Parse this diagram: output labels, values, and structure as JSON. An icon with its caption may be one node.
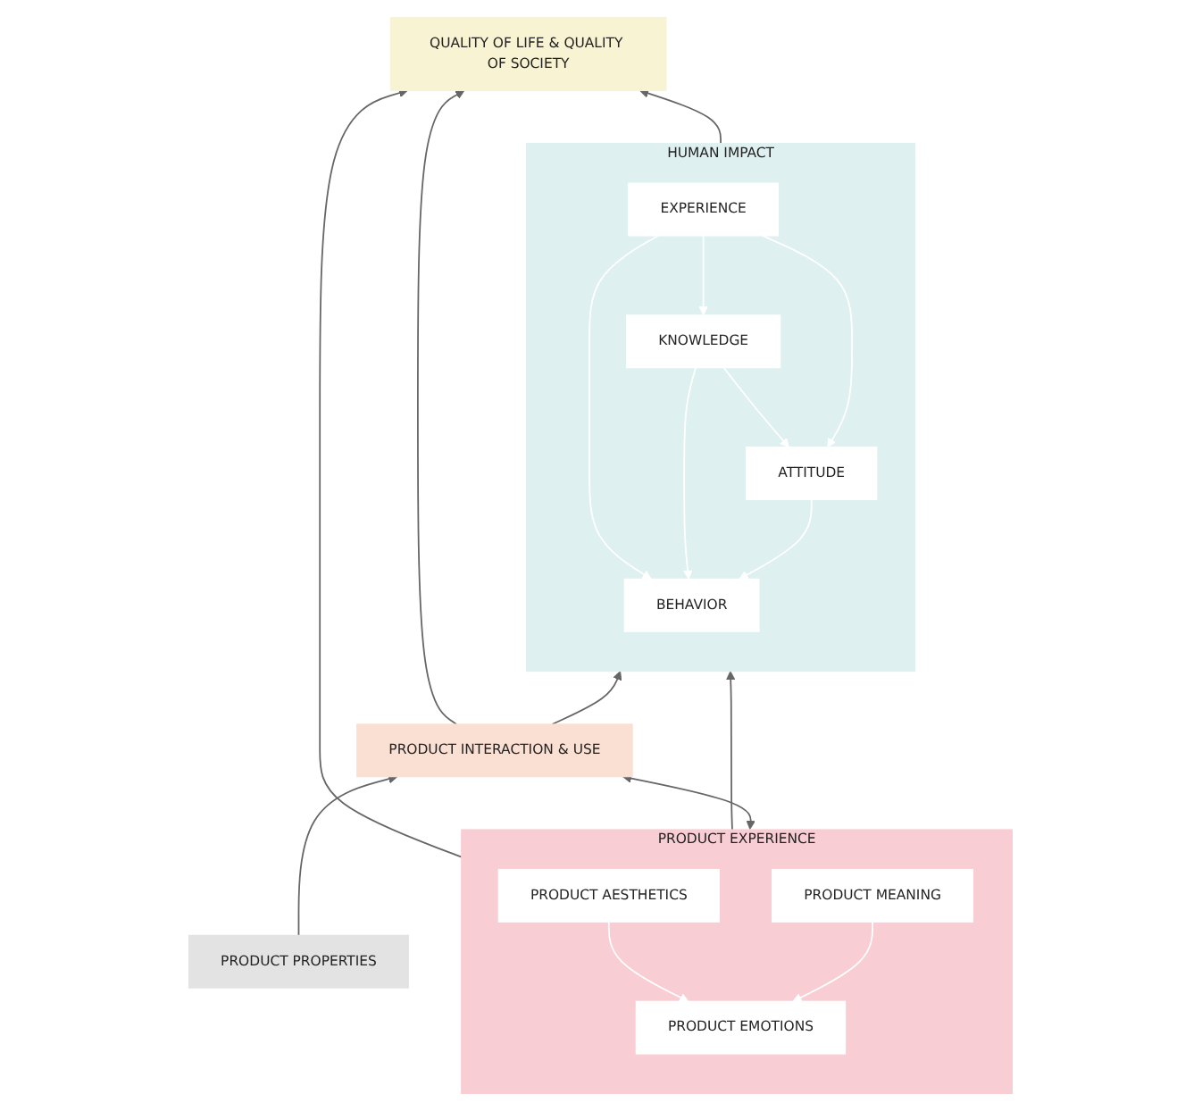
{
  "diagram": {
    "nodes": [
      {
        "text": [
          "QUALITY OF LIFE & QUALITY OF SOCIETY"
        ]
      },
      {
        "text": [
          "HUMAN IMPACT"
        ]
      },
      {
        "text": [
          "BEHAVIOR"
        ],
        "in": 1
      },
      {
        "text": [
          "EXPERIENCE"
        ],
        "in": 1
      },
      {
        "text": [
          "KNOWLEDGE"
        ],
        "in": 1
      },
      {
        "text": [
          "ATTITUDE"
        ],
        "in": 1
      },
      {
        "text": [
          "PRODUCT EXPERIENCE"
        ]
      },
      {
        "text": [
          "PRODUCT EMOTIONS"
        ],
        "in": 6
      },
      {
        "text": [
          "PRODUCT AESTHETICS"
        ],
        "in": 6
      },
      {
        "text": [
          "PRODUCT MEANING"
        ],
        "in": 6
      },
      {
        "text": [
          "PRODUCT INTERACTION & USE"
        ]
      },
      {
        "text": [
          "PRODUCT PROPERTIES"
        ]
      }
    ],
    "edges": [
      {
        "from": 6,
        "to": 0,
        "arrow": "to",
        "color": "#666666"
      },
      {
        "from": 1,
        "to": 0,
        "arrow": "to",
        "color": "#666666"
      },
      {
        "from": 10,
        "to": 0,
        "arrow": "to",
        "color": "#666666"
      },
      {
        "from": 3,
        "to": 2,
        "arrow": "to"
      },
      {
        "from": 4,
        "to": 2,
        "arrow": "to"
      },
      {
        "from": 3,
        "to": 4,
        "arrow": "to"
      },
      {
        "from": 5,
        "to": 2,
        "arrow": "to"
      },
      {
        "from": 3,
        "to": 5,
        "arrow": "to"
      },
      {
        "from": 4,
        "to": 5,
        "arrow": "to"
      },
      {
        "from": 6,
        "to": 1,
        "arrow": "to",
        "color": "#666666"
      },
      {
        "from": 10,
        "to": 1,
        "arrow": "to",
        "color": "#666666"
      },
      {
        "from": 8,
        "to": 7,
        "arrow": "to"
      },
      {
        "from": 9,
        "to": 7,
        "arrow": "to"
      },
      {
        "from": 6,
        "to": 10,
        "arrow": "both",
        "color": "#666666"
      },
      {
        "from": 11,
        "to": 10,
        "arrow": "to",
        "color": "#666666"
      }
    ]
  }
}
